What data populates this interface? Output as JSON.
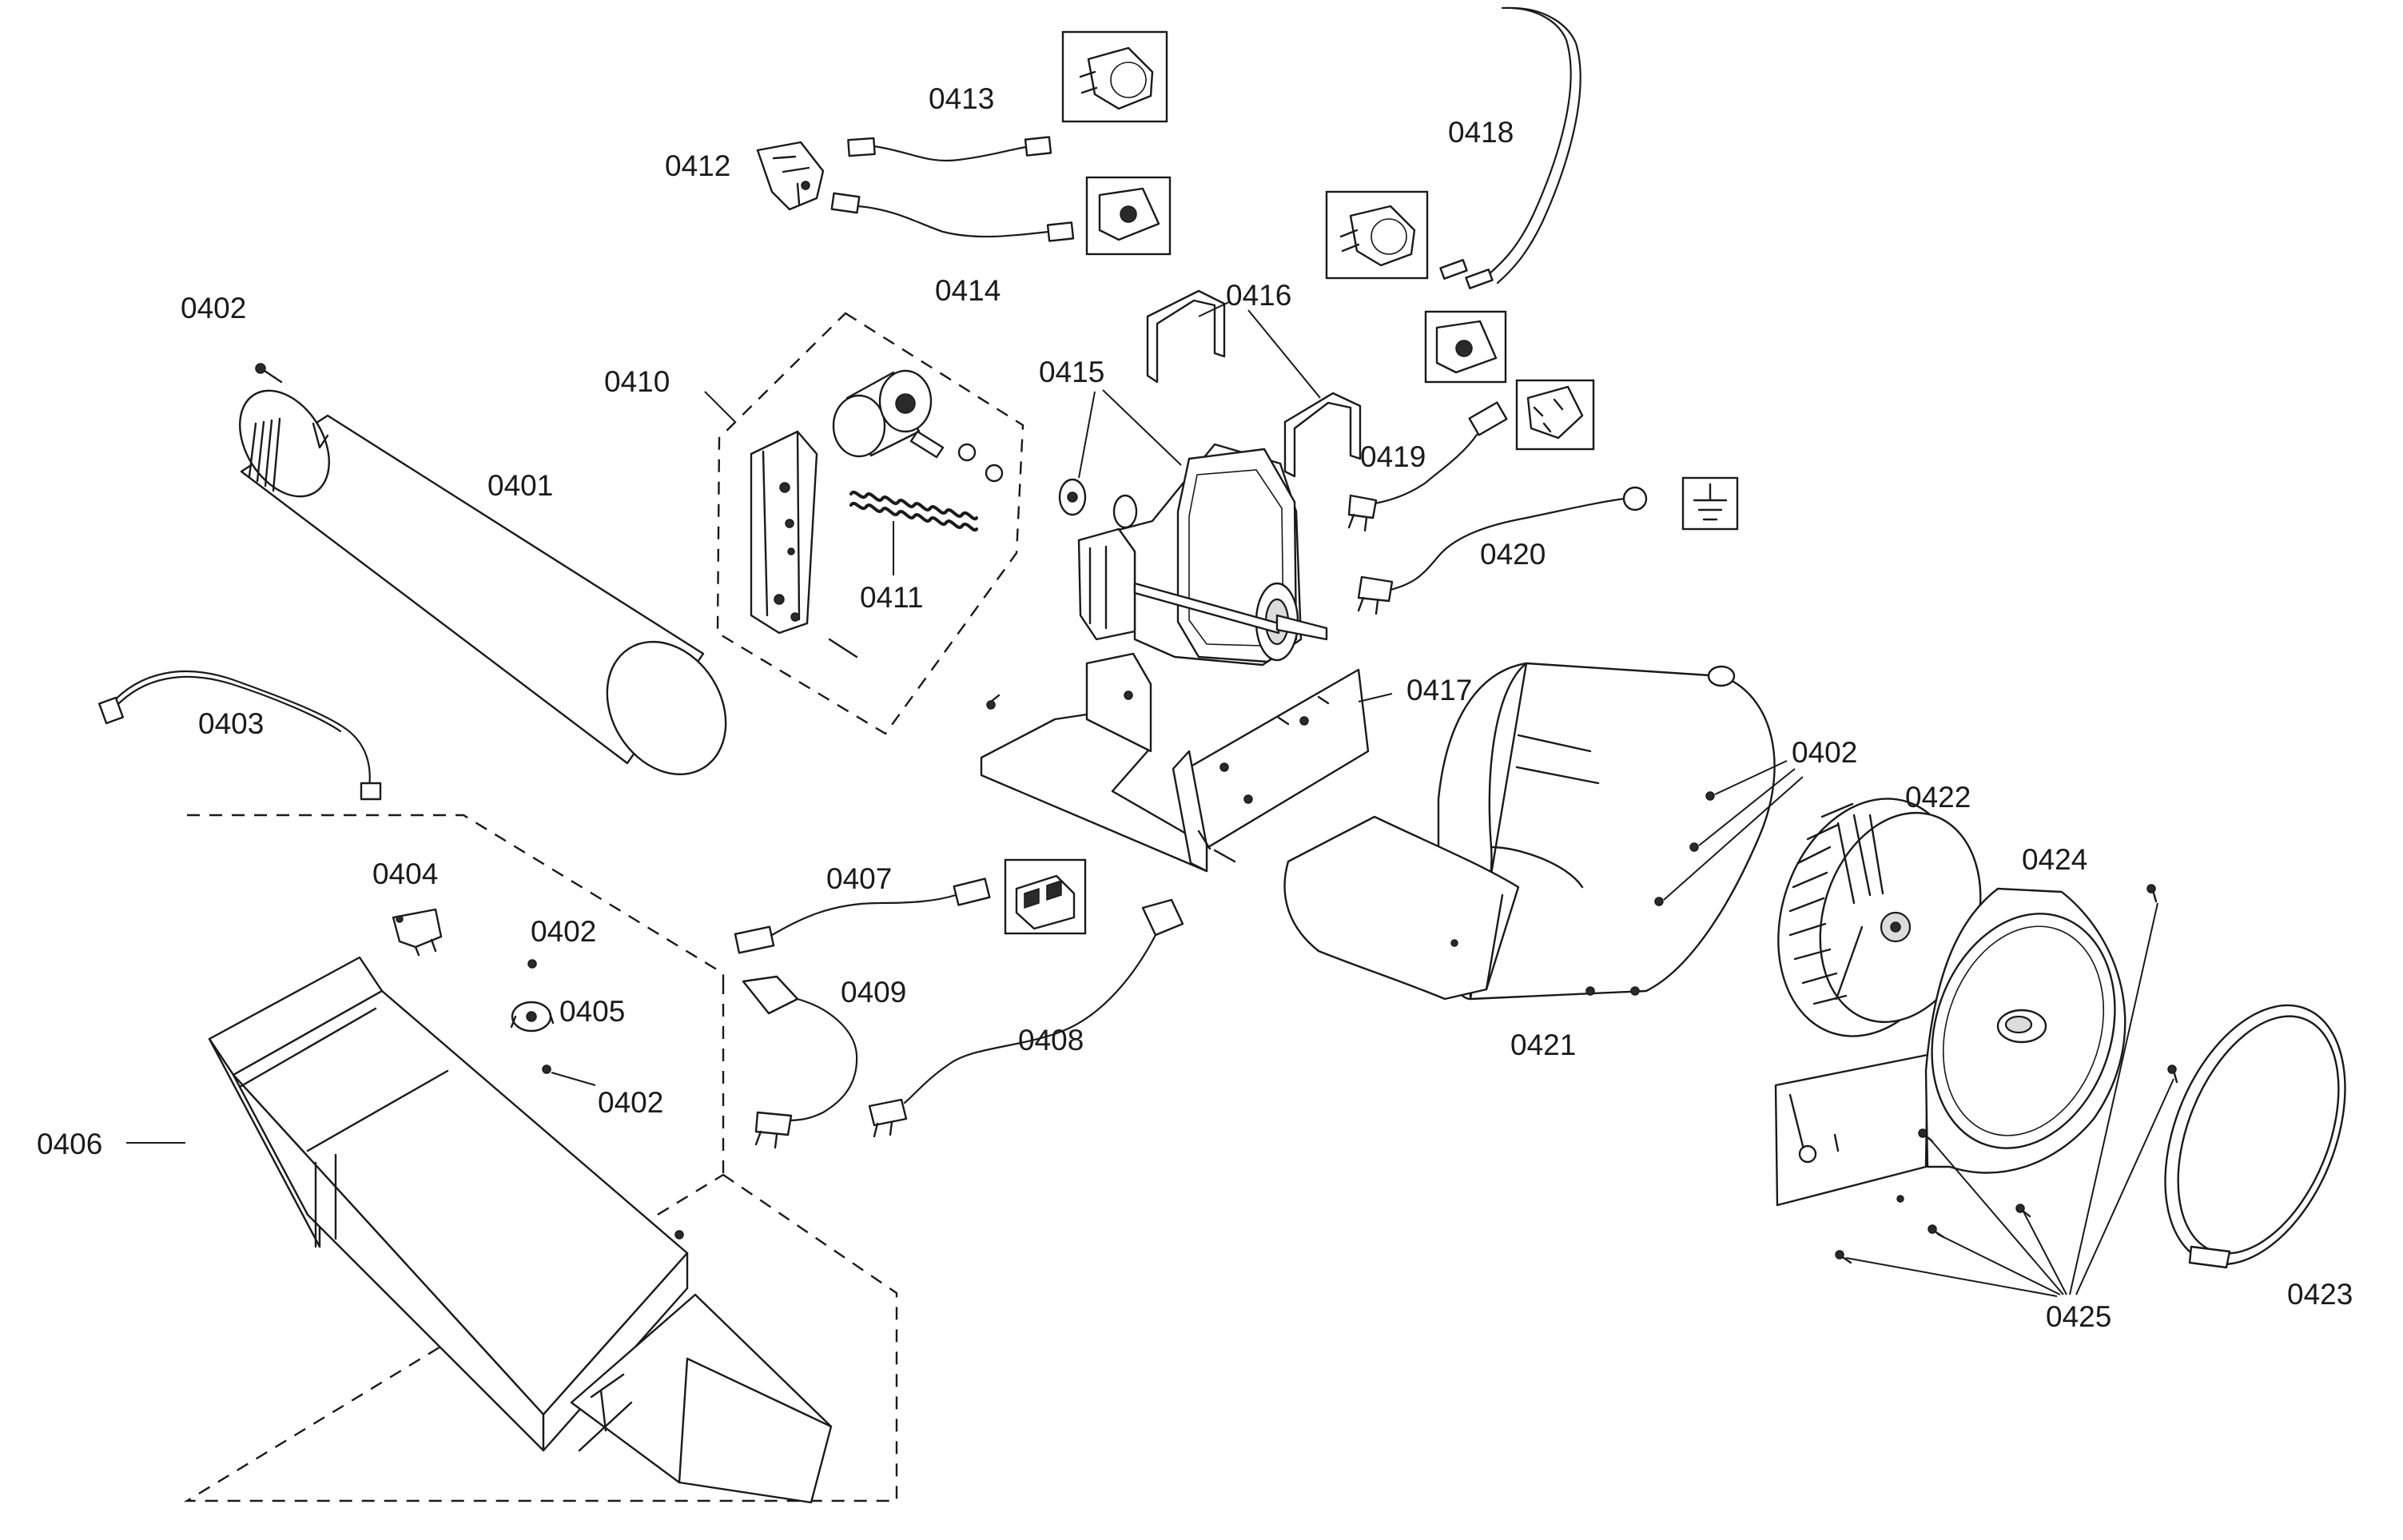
{
  "diagram": {
    "type": "exploded-parts-diagram",
    "labels": {
      "p0401": "0401",
      "p0402_a": "0402",
      "p0402_b": "0402",
      "p0402_c": "0402",
      "p0402_d": "0402",
      "p0403": "0403",
      "p0404": "0404",
      "p0405": "0405",
      "p0406": "0406",
      "p0407": "0407",
      "p0408": "0408",
      "p0409": "0409",
      "p0410": "0410",
      "p0411": "0411",
      "p0412": "0412",
      "p0413": "0413",
      "p0414": "0414",
      "p0415": "0415",
      "p0416": "0416",
      "p0417": "0417",
      "p0418": "0418",
      "p0419": "0419",
      "p0420": "0420",
      "p0421": "0421",
      "p0422": "0422",
      "p0423": "0423",
      "p0424": "0424",
      "p0425": "0425"
    },
    "line_color": "#1a1a1a",
    "background": "#ffffff"
  }
}
